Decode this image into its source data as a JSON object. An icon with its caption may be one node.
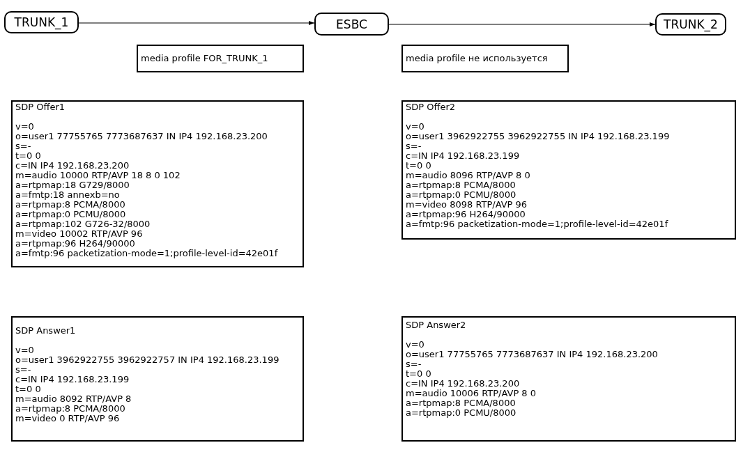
{
  "diagram": {
    "nodes": [
      {
        "text": [
          "TRUNK_1"
        ]
      },
      {
        "text": [
          "ESBC"
        ]
      },
      {
        "text": [
          "TRUNK_2"
        ]
      },
      {
        "text": [
          "media profile FOR_TRUNK_1"
        ]
      },
      {
        "text": [
          "media profile не используется"
        ]
      },
      {
        "text": [
          "SDP Offer1",
          "v=0",
          "o=user1 77755765 7773687637 IN IP4 192.168.23.200",
          "s=-",
          "t=0 0",
          "c=IN IP4 192.168.23.200",
          "m=audio 10000 RTP/AVP 18 8 0 102",
          "a=rtpmap:18 G729/8000",
          "a=fmtp:18 annexb=no",
          "a=rtpmap:8 PCMA/8000",
          "a=rtpmap:0 PCMU/8000",
          "a=rtpmap:102 G726-32/8000",
          "m=video 10002 RTP/AVP 96",
          "a=rtpmap:96 H264/90000",
          "a=fmtp:96 packetization-mode=1;profile-level-id=42e01f"
        ]
      },
      {
        "text": [
          "SDP Offer2",
          "v=0",
          "o=user1 3962922755 3962922755 IN IP4 192.168.23.199",
          "s=-",
          "c=IN IP4 192.168.23.199",
          "t=0 0",
          "m=audio 8096 RTP/AVP 8 0",
          "a=rtpmap:8 PCMA/8000",
          "a=rtpmap:0 PCMU/8000",
          "m=video 8098 RTP/AVP 96",
          "a=rtpmap:96 H264/90000",
          "a=fmtp:96 packetization-mode=1;profile-level-id=42e01f"
        ]
      },
      {
        "text": [
          "SDP Answer1",
          "v=0",
          "o=user1 3962922755 3962922757 IN IP4 192.168.23.199",
          "s=-",
          "c=IN IP4 192.168.23.199",
          "t=0 0",
          "m=audio 8092 RTP/AVP 8",
          "a=rtpmap:8 PCMA/8000",
          "m=video 0 RTP/AVP 96"
        ]
      },
      {
        "text": [
          "SDP Answer2",
          "v=0",
          "o=user1 77755765 7773687637 IN IP4 192.168.23.200",
          "s=-",
          "t=0 0",
          "c=IN IP4 192.168.23.200",
          "m=audio 10006 RTP/AVP 8 0",
          "a=rtpmap:8 PCMA/8000",
          "a=rtpmap:0 PCMU/8000"
        ]
      }
    ],
    "edges": [
      {
        "from": 0,
        "to": 1,
        "arrow": "to"
      },
      {
        "from": 1,
        "to": 2,
        "arrow": "to"
      }
    ]
  }
}
